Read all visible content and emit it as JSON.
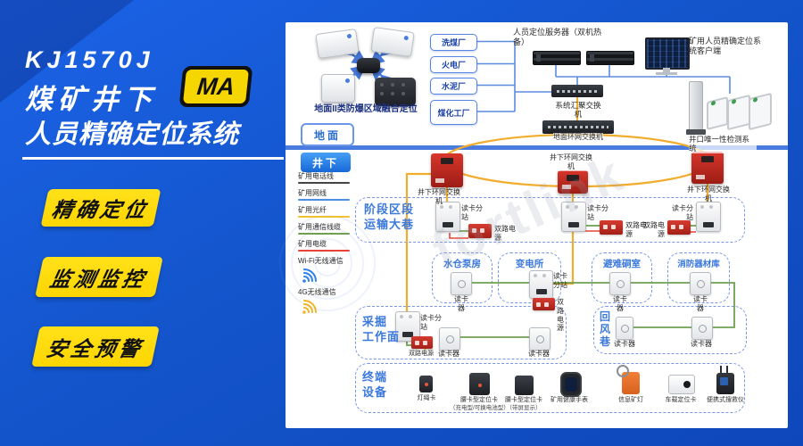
{
  "branding": {
    "model": "KJ1570J",
    "title_line1": "煤矿井下",
    "title_line2": "人员精确定位系统",
    "ma_logo_text": "MA",
    "features": [
      "精确定位",
      "监测监控",
      "安全预警"
    ],
    "colors": {
      "background_blue": "#1455cc",
      "feature_yellow": "#ffe11a",
      "ma_yellow": "#f6d600",
      "divider_blue": "#4a7ce0"
    }
  },
  "diagram": {
    "watermark": "fortlink",
    "zones": {
      "surface": "地面",
      "underground": "井下"
    },
    "surface": {
      "fusion_cluster_label": "地面II类防爆区域融合定位",
      "plants": [
        "洗煤厂",
        "火电厂",
        "水泥厂",
        "煤化工厂"
      ],
      "server_label": "人员定位服务器（双机热备）",
      "client_label": "矿用人员精确定位系统客户端",
      "aggregation_switch_label": "系统汇聚交换机",
      "surface_ring_switch_label": "地面环网交换机",
      "turnstile_label": "井口唯一性检测系统"
    },
    "legend": {
      "items": [
        {
          "label": "矿用电话线",
          "color": "#444444"
        },
        {
          "label": "矿用网线",
          "color": "#4a8fe2"
        },
        {
          "label": "矿用光纤",
          "color": "#f0c233"
        },
        {
          "label": "矿用通信线缆",
          "color": "#6fa052"
        },
        {
          "label": "矿用电缆",
          "color": "#e84338"
        },
        {
          "label": "Wi-Fi无线通信",
          "color": "#2f7fe8"
        },
        {
          "label": "4G无线通信",
          "color": "#f0b429"
        }
      ]
    },
    "underground": {
      "ring_switch_label": "井下环网交换机",
      "sections": {
        "transport_roadway": "阶段区段运输大巷",
        "pump_room": "水仓泵房",
        "substation_room": "变电所",
        "refuge_chamber": "避难硐室",
        "fire_equipment": "消防器材库",
        "mining_face": "采掘\n工作面",
        "return_airway": "回风巷",
        "terminal_equipment": "终端\n设备"
      },
      "devices": {
        "reader_substation": "读卡分站",
        "dual_power": "双路电源",
        "card_reader": "读卡器"
      },
      "terminals": [
        {
          "name": "灯绳卡",
          "note": ""
        },
        {
          "name": "腰卡型定位卡",
          "note": "（充电型/可换电池型）"
        },
        {
          "name": "腰卡型定位卡",
          "note": "（带屏显示）"
        },
        {
          "name": "矿用健康手表",
          "note": ""
        },
        {
          "name": "信息矿灯",
          "note": ""
        },
        {
          "name": "车载定位卡",
          "note": ""
        },
        {
          "name": "便携式搜救仪",
          "note": ""
        }
      ]
    }
  }
}
